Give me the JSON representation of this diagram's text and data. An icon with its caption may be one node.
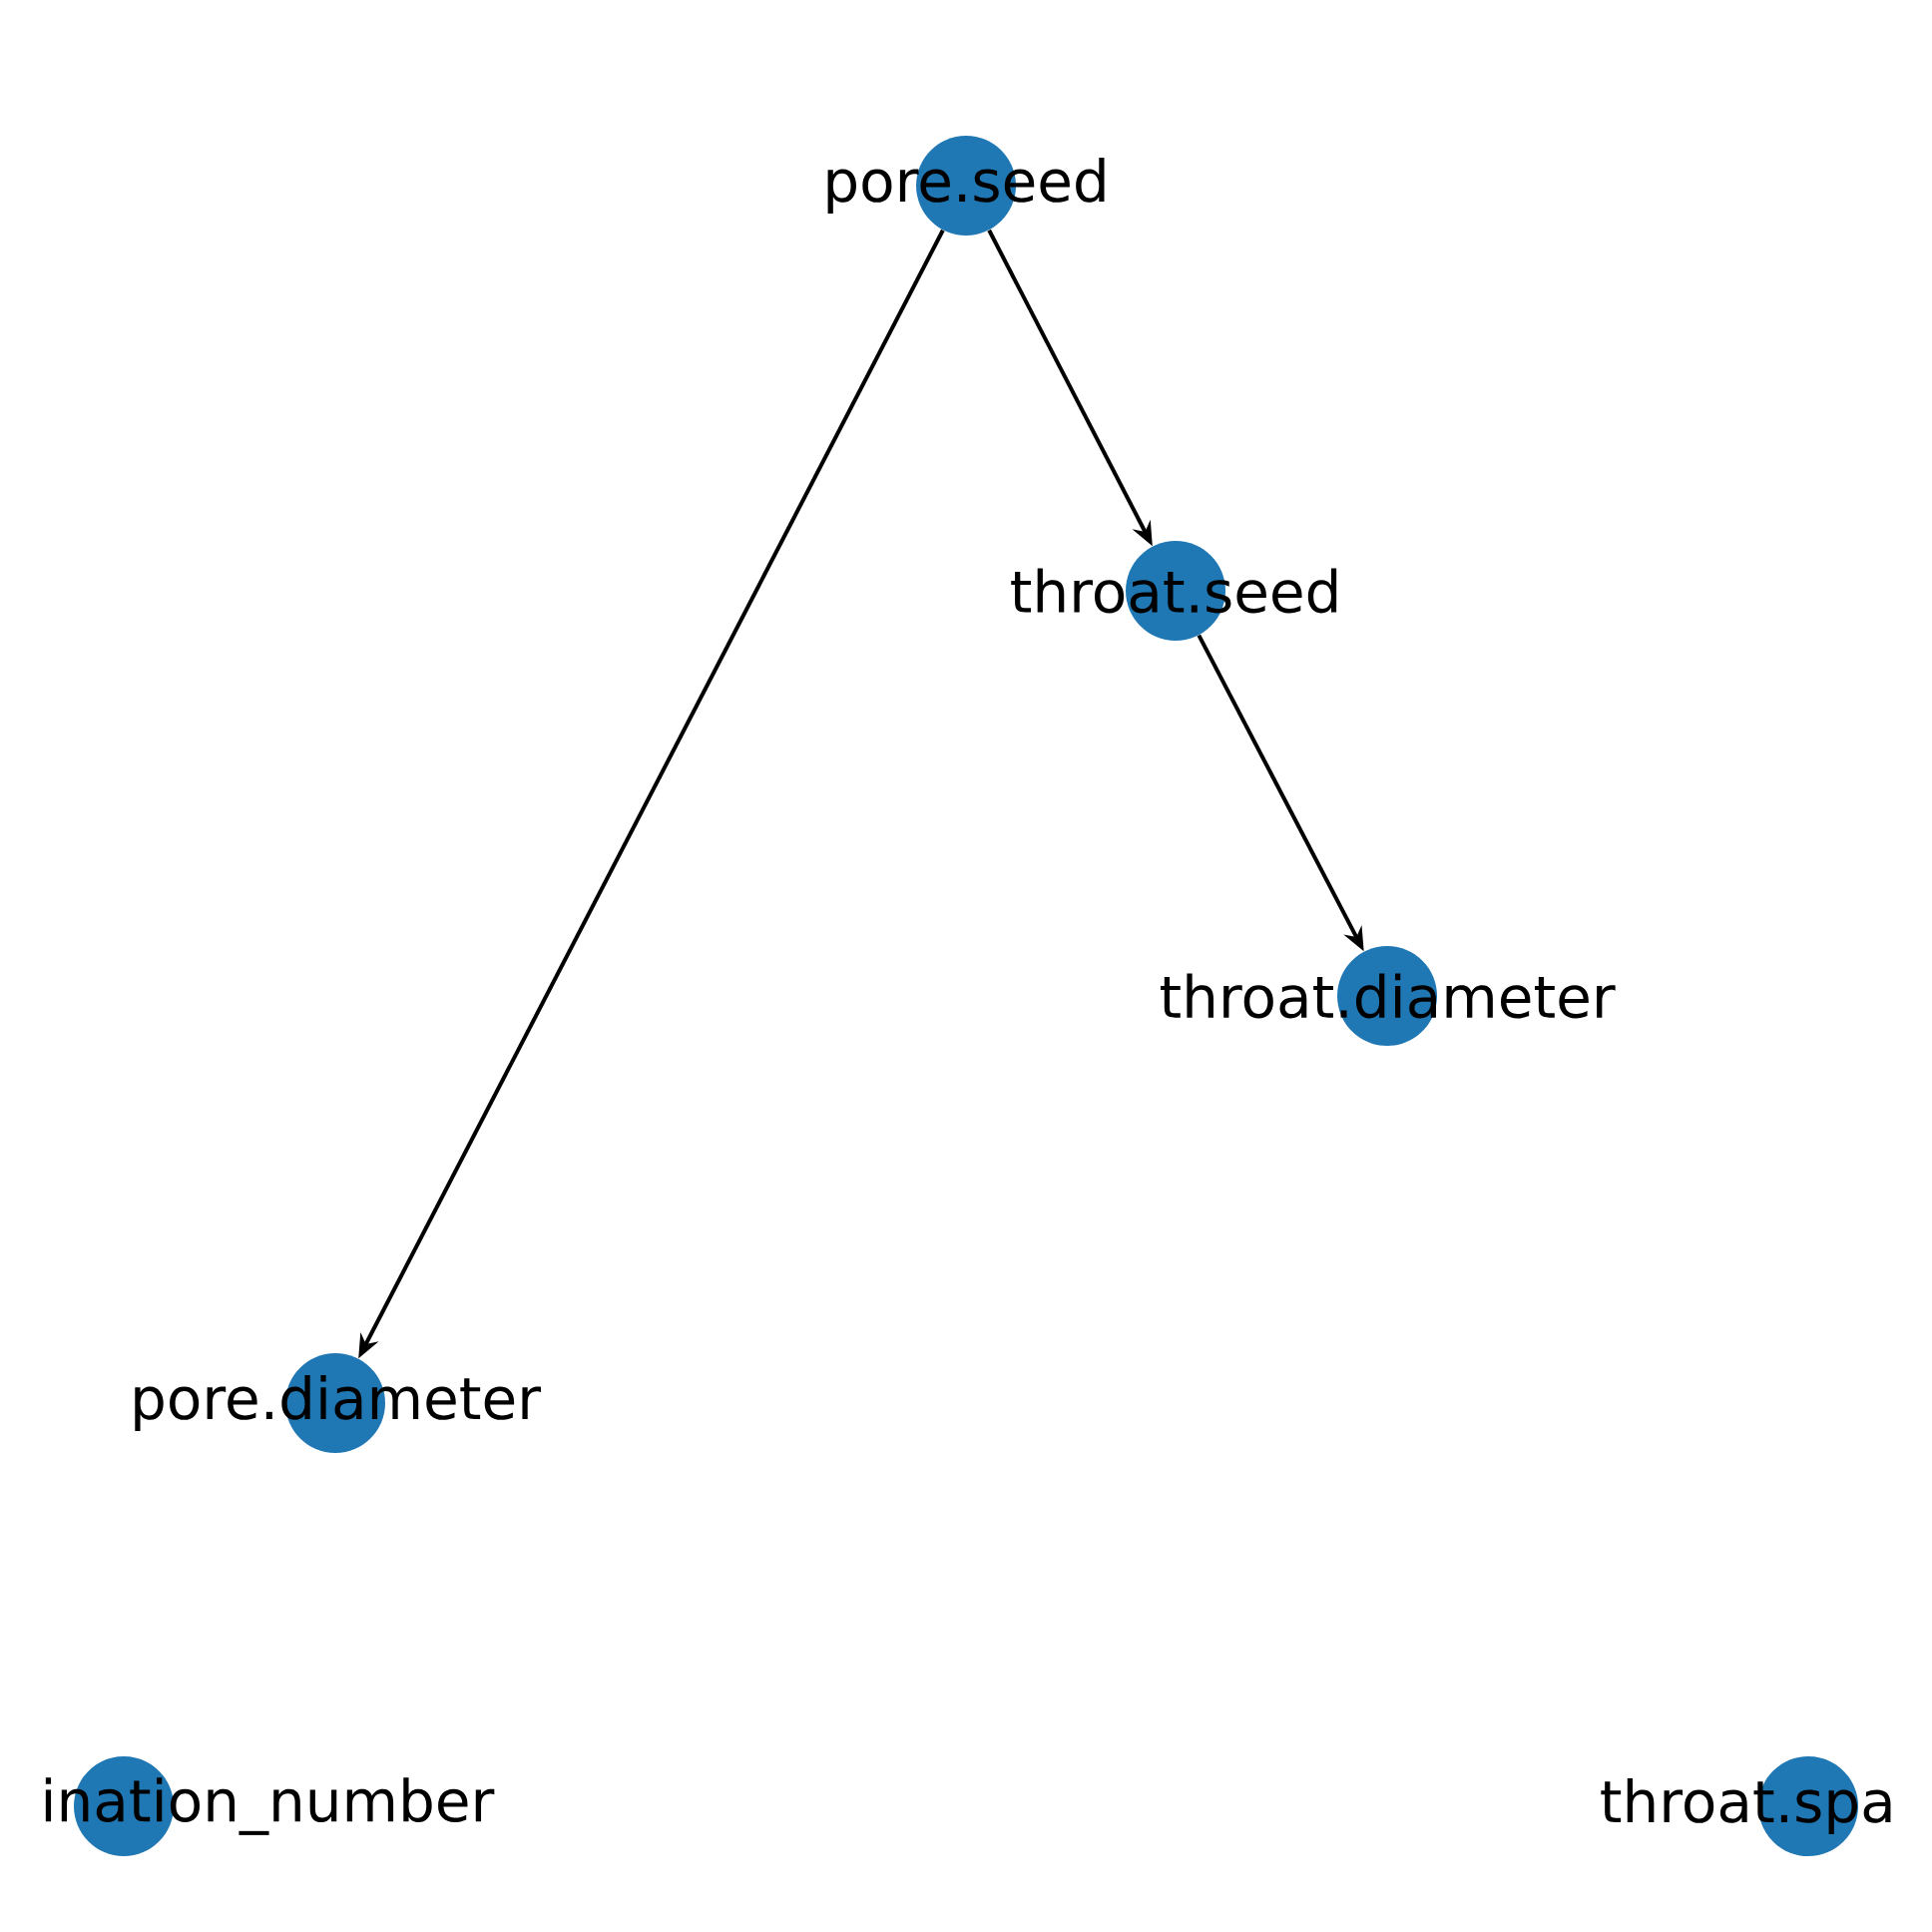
{
  "diagram": {
    "nodes": [
      {
        "text": [
          "pore.seed"
        ]
      },
      {
        "text": [
          "throat.seed"
        ]
      },
      {
        "text": [
          "throat.diameter"
        ]
      },
      {
        "text": [
          "pore.diameter"
        ]
      },
      {
        "text": [
          "ination_number"
        ]
      },
      {
        "text": [
          "throat.spa"
        ]
      }
    ],
    "edges": [
      {
        "from": 0,
        "to": 1,
        "arrow": "to"
      },
      {
        "from": 1,
        "to": 2,
        "arrow": "to"
      },
      {
        "from": 0,
        "to": 3,
        "arrow": "to"
      }
    ]
  }
}
